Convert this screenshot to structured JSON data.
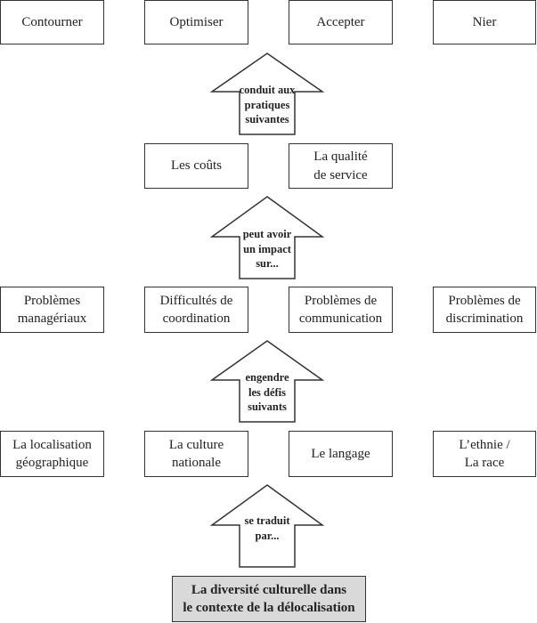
{
  "rows": {
    "row1": [
      "Contourner",
      "Optimiser",
      "Accepter",
      "Nier"
    ],
    "row2": [
      "Les coûts",
      "La qualité\nde service"
    ],
    "row3": [
      "Problèmes\nmanagériaux",
      "Difficultés de\ncoordination",
      "Problèmes de\ncommunication",
      "Problèmes de\ndiscrimination"
    ],
    "row4": [
      "La localisation\ngéographique",
      "La culture\nnationale",
      "Le langage",
      "L’ethnie /\nLa race"
    ]
  },
  "root": "La diversité culturelle dans\nle contexte de la délocalisation",
  "arrows": [
    "conduit aux\npratiques\nsuivantes",
    "peut avoir\nun impact\nsur...",
    "engendre\nles défis\nsuivants",
    "se traduit\npar..."
  ]
}
